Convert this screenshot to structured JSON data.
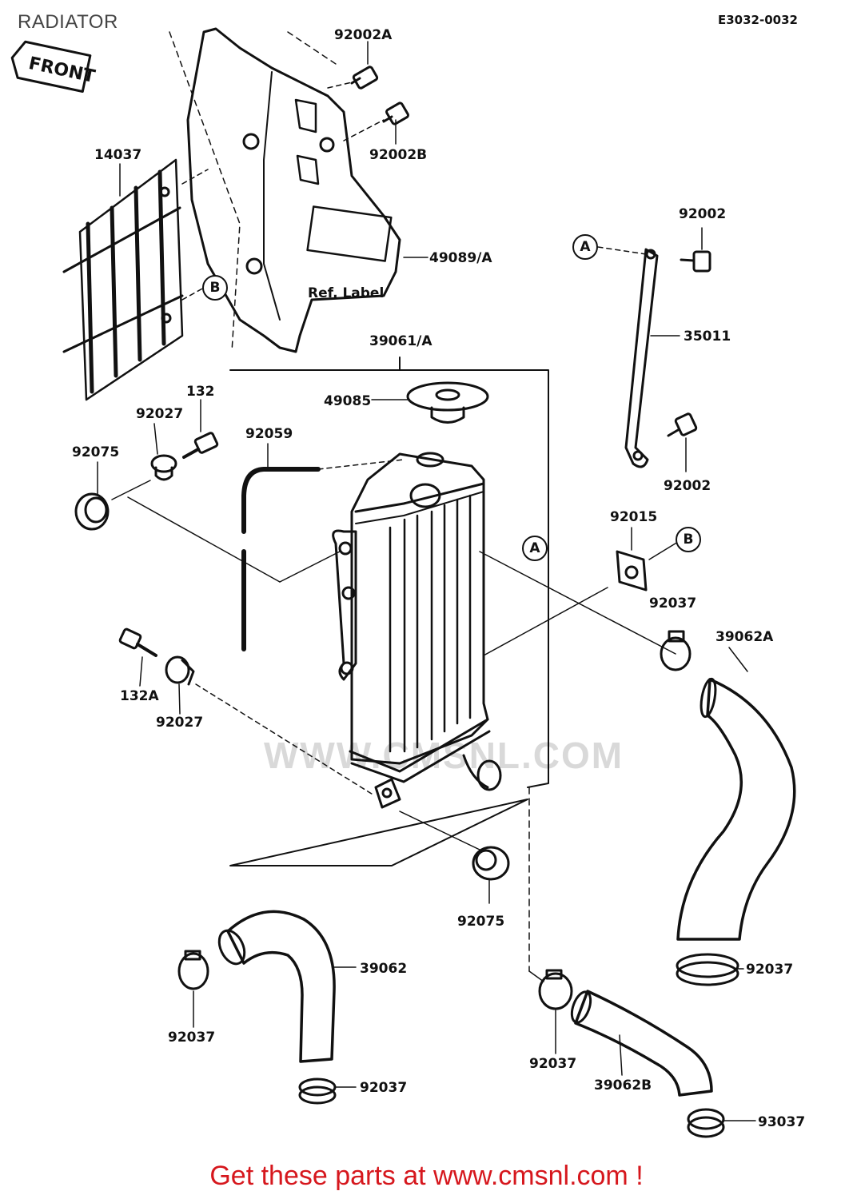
{
  "page": {
    "title": "RADIATOR",
    "diagram_code": "E3032-0032",
    "front_label": "FRONT",
    "watermark_text": "WWW.CMSNL.COM",
    "footer": "Get these parts at www.cmsnl.com !",
    "footer_color": "#d6171d"
  },
  "callouts": {
    "a1": "A",
    "a2": "A",
    "b1": "B",
    "b2": "B"
  },
  "parts": {
    "p92002A": "92002A",
    "p92002B": "92002B",
    "p14037": "14037",
    "p49089A": "49089/A",
    "ref_label": "Ref. Label",
    "p39061A": "39061/A",
    "p49085": "49085",
    "p92002_top": "92002",
    "p35011": "35011",
    "p92002_bottom": "92002",
    "p132": "132",
    "p92027_top": "92027",
    "p92059": "92059",
    "p92075_left": "92075",
    "p92015": "92015",
    "p92037_right": "92037",
    "p39062A": "39062A",
    "p132A": "132A",
    "p92027_bottom": "92027",
    "p92075_bottom": "92075",
    "p39062": "39062",
    "p92037_a": "92037",
    "p92037_b": "92037",
    "p92037_c": "92037",
    "p92037_d": "92037",
    "p39062B": "39062B",
    "p93037": "93037"
  }
}
